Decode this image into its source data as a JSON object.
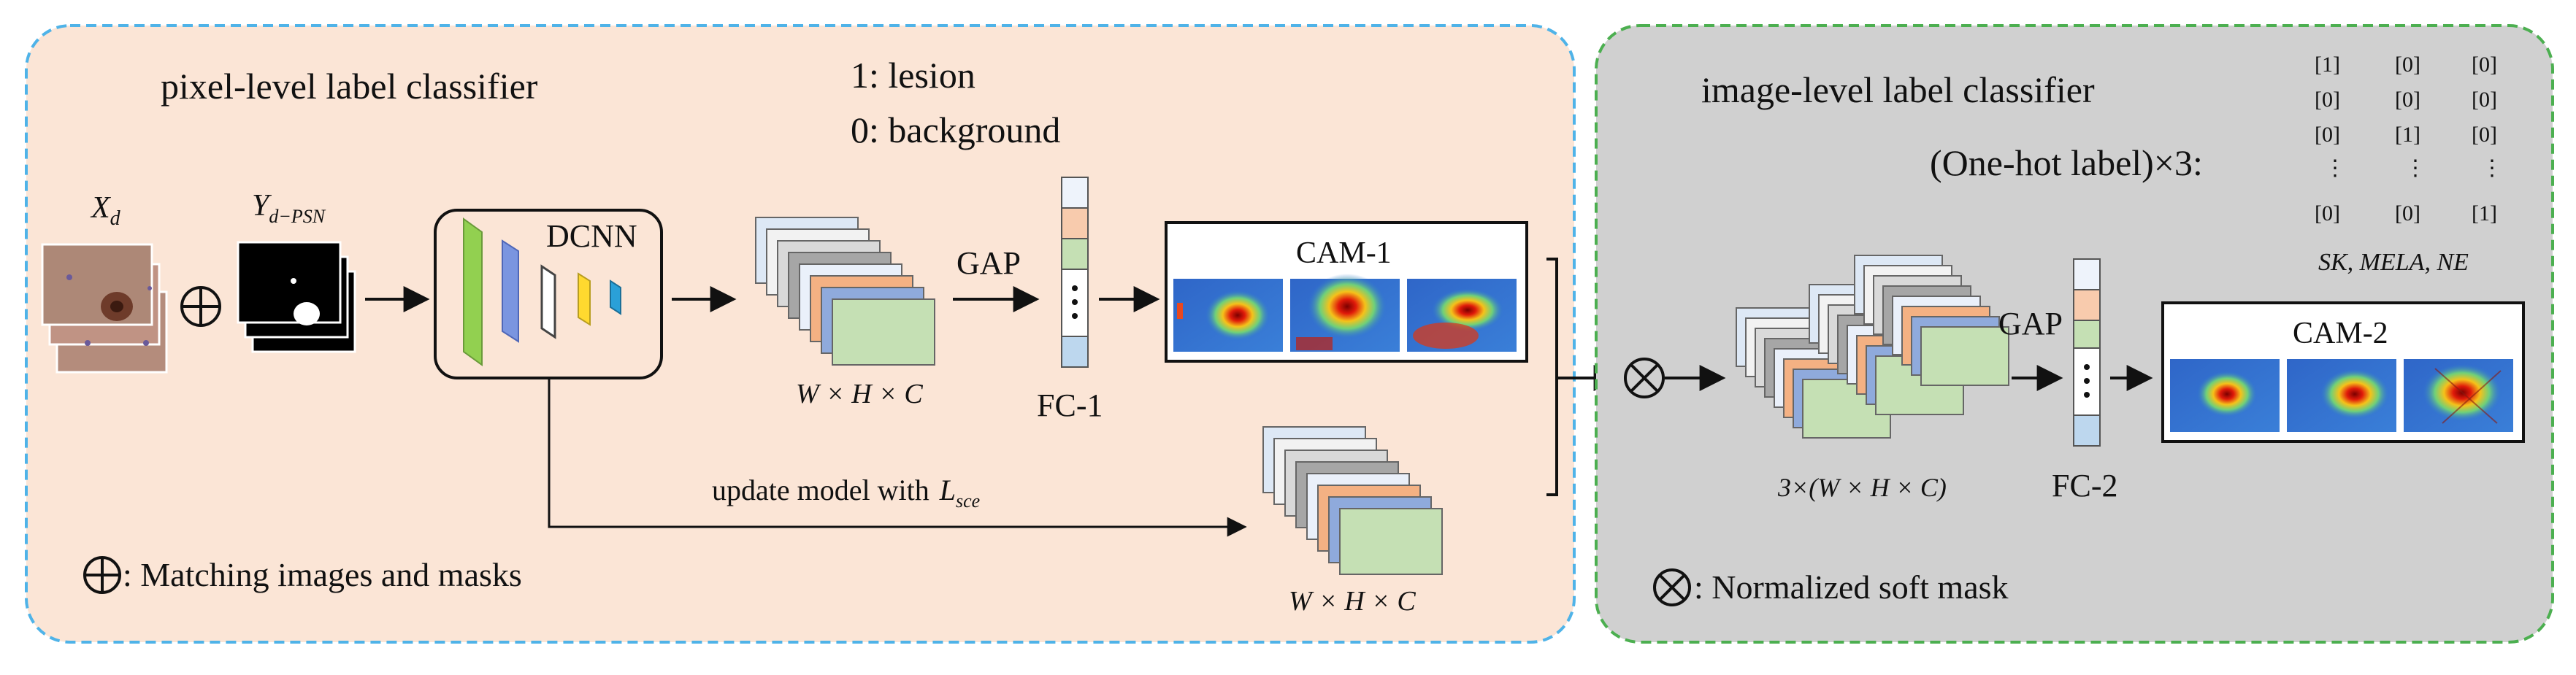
{
  "left_panel": {
    "title": "pixel-level label classifier",
    "legend_lines": [
      "1: lesion",
      "0: background"
    ],
    "input_image_label": "X",
    "input_image_sub": "d",
    "mask_label": "Y",
    "mask_sub": "d−PSN",
    "dcnn_label": "DCNN",
    "gap_label": "GAP",
    "fc_label": "FC-1",
    "cam_label": "CAM-1",
    "feature_dim_label": "W × H × C",
    "update_text": "update model with",
    "loss_symbol": "L",
    "loss_sub": "sce",
    "matching_note": ": Matching images and masks",
    "colors": {
      "background": "#fbe5d6",
      "border": "#4fb3e8"
    }
  },
  "right_panel": {
    "title": "image-level label classifier",
    "onehot_text": "(One-hot label)×3:",
    "onehot_matrix": [
      [
        "[1]",
        "[0]",
        "[0]"
      ],
      [
        "[0]",
        "[0]",
        "[0]"
      ],
      [
        "[0]",
        "[1]",
        "[0]"
      ],
      [
        "⋮",
        "⋮",
        "⋮"
      ],
      [
        "[0]",
        "[0]",
        "[1]"
      ]
    ],
    "class_names": "SK, MELA, NE",
    "gap_label": "GAP",
    "fc_label": "FC-2",
    "cam_label": "CAM-2",
    "feature_dim_label": "3×(W × H × C)",
    "soft_mask_note": ": Normalized soft mask",
    "colors": {
      "background": "#d0d0d0",
      "border": "#4caf50"
    }
  },
  "icons": [
    "oplus-icon",
    "otimes-icon",
    "ellipsis-icon",
    "heatmap-icon"
  ]
}
